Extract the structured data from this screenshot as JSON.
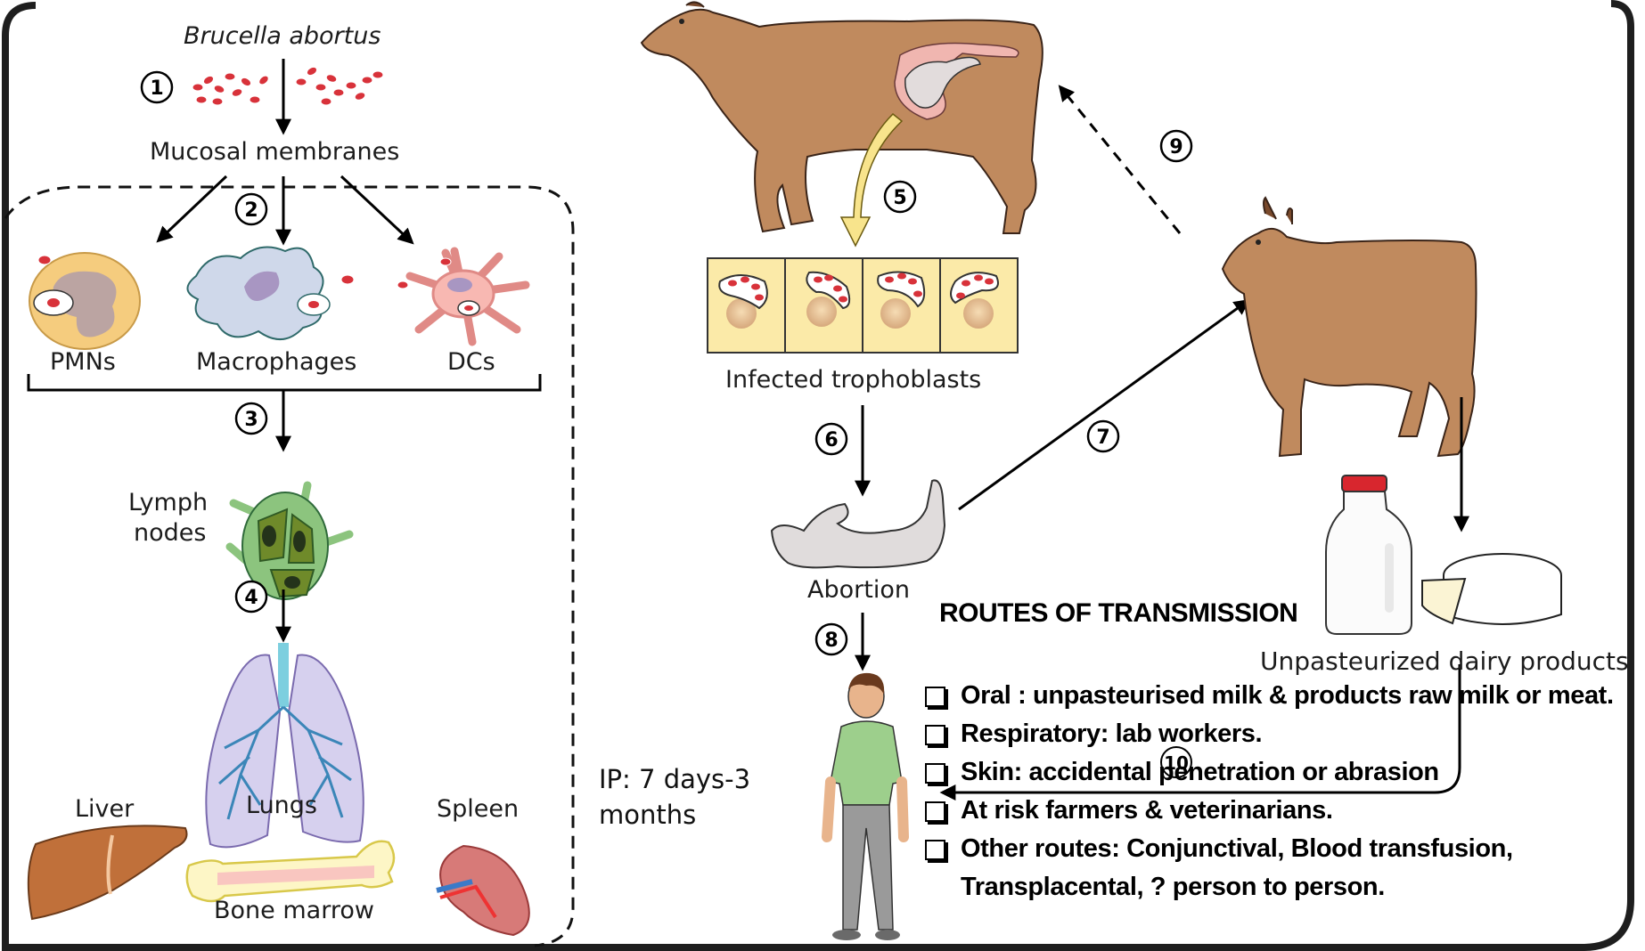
{
  "diagram": {
    "left_panel": {
      "organism_label": "Brucella abortus",
      "entry_label": "Mucosal membranes",
      "cells": [
        {
          "label": "PMNs"
        },
        {
          "label": "Macrophages"
        },
        {
          "label": "DCs"
        }
      ],
      "lymph_label_line1": "Lymph",
      "lymph_label_line2": "nodes",
      "organs": [
        {
          "label": "Lungs"
        },
        {
          "label": "Liver"
        },
        {
          "label": "Spleen"
        },
        {
          "label": "Bone marrow"
        }
      ]
    },
    "steps": [
      "1",
      "2",
      "3",
      "4",
      "5",
      "6",
      "7",
      "8",
      "9",
      "10"
    ],
    "center_panel": {
      "trophoblast_label": "Infected trophoblasts",
      "abortion_label": "Abortion",
      "incubation_line1": "IP: 7 days-3",
      "incubation_line2": "months"
    },
    "right_panel": {
      "dairy_label": "Unpasteurized dairy products"
    },
    "routes": {
      "title": "ROUTES OF TRANSMISSION",
      "items": [
        "Oral : unpasteurised milk & products raw milk or meat.",
        "Respiratory: lab workers.",
        "Skin: accidental penetration or abrasion",
        "At risk farmers & veterinarians.",
        "Other routes: Conjunctival, Blood transfusion, Transplacental, ? person to person."
      ]
    },
    "colors": {
      "cow": "#c08a5e",
      "cow_outline": "#3a2418",
      "bacteria": "#d8323a",
      "trophoblast": "#fbeaa8",
      "lymph": "#8cc47e",
      "lymph_dark": "#556b1f",
      "lungs": "#d6d0ee",
      "bronchi": "#3b86b8",
      "liver": "#c0703a",
      "spleen": "#d77a78",
      "milk_cap": "#d8262e",
      "shirt": "#9dcf8c",
      "pants": "#9a9a9a"
    }
  }
}
